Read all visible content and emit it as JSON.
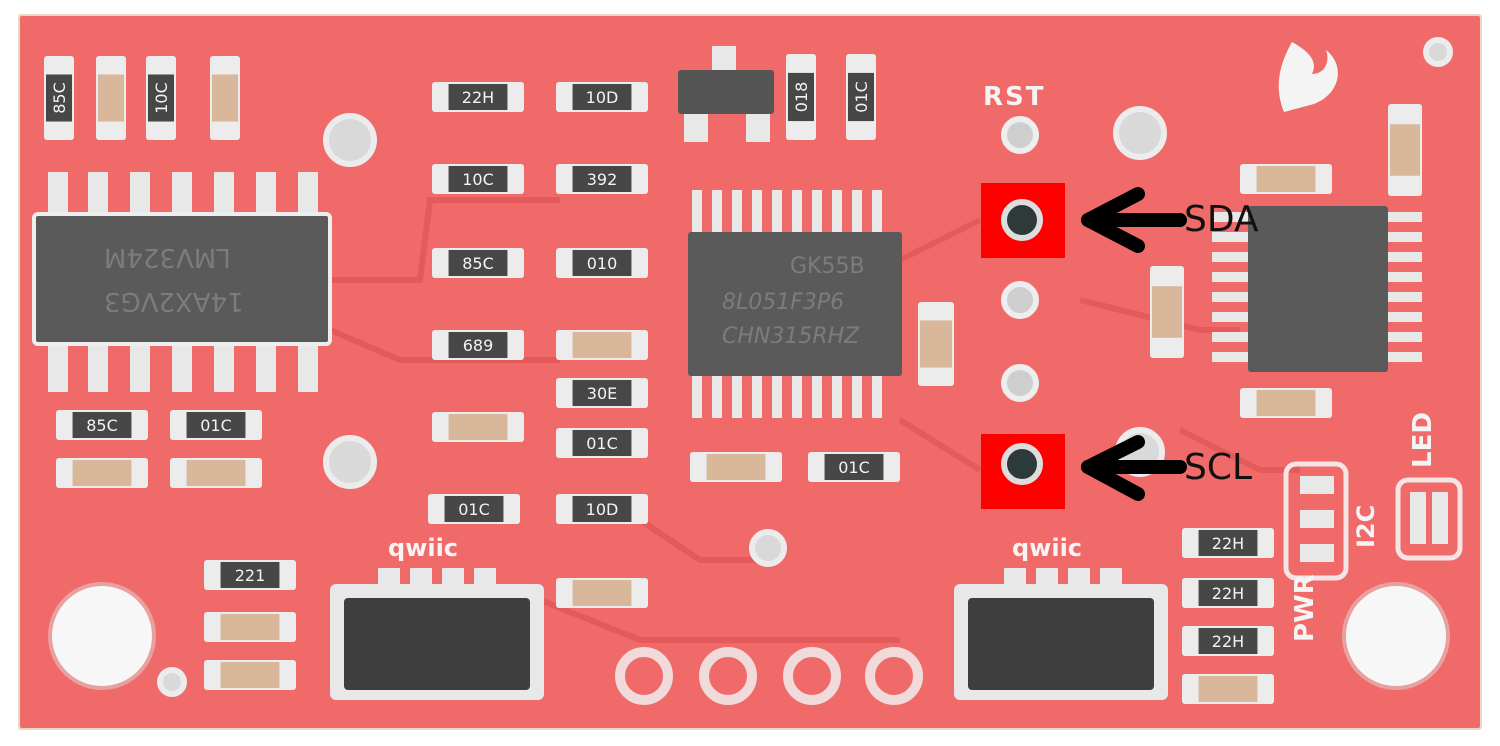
{
  "board": {
    "silkscreen": {
      "rst": "RST",
      "pwr": "PWR",
      "led": "LED",
      "i2c": "I2C",
      "qwiic_left": "qwiic",
      "qwiic_right": "qwiic",
      "chip_left_line1": "LMV324M",
      "chip_left_line2": "14AX2VG3",
      "chip_mid_line1": "GK55B",
      "chip_mid_line2": "8L051F3P6",
      "chip_mid_line3": "CHN315RHZ"
    },
    "resistor_marks": [
      "85C",
      "10C",
      "22H",
      "10D",
      "392",
      "010",
      "85C",
      "689",
      "30E",
      "01C",
      "01C",
      "10D",
      "018",
      "01C",
      "85C",
      "01C",
      "221",
      "22H",
      "22H",
      "22H"
    ]
  },
  "callouts": {
    "sda": "SDA",
    "scl": "SCL"
  },
  "colors": {
    "board": "#f06a6a",
    "highlight": "#ff0000",
    "arrow": "#000000",
    "silkscreen": "#f4f4f4"
  }
}
